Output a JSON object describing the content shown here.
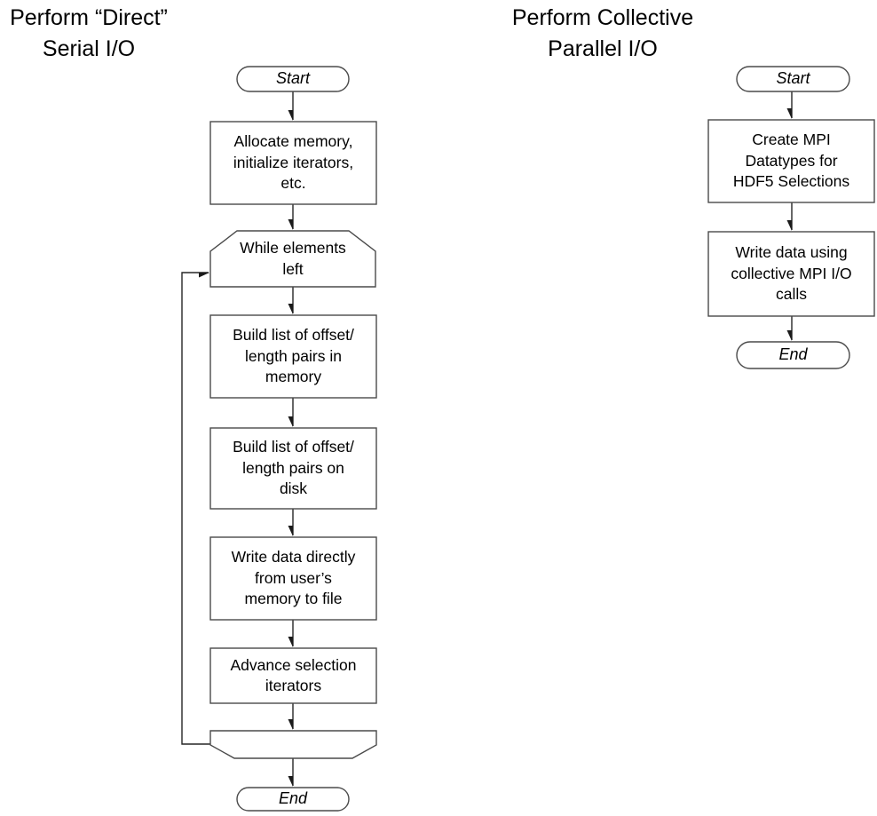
{
  "left_flow": {
    "title": "Perform “Direct”\nSerial I/O",
    "start": "Start",
    "steps": {
      "allocate": "Allocate memory,\ninitialize iterators,\netc.",
      "while_loop": "While elements\nleft",
      "build_memory": "Build list of offset/\nlength pairs in\nmemory",
      "build_disk": "Build list of offset/\nlength pairs on\ndisk",
      "write_direct": "Write data directly\nfrom user’s\nmemory to file",
      "advance": "Advance selection\niterators",
      "loop_end": ""
    },
    "end": "End"
  },
  "right_flow": {
    "title": "Perform Collective\nParallel I/O",
    "start": "Start",
    "steps": {
      "create_mpi": "Create MPI\nDatatypes for\nHDF5 Selections",
      "write_collective": "Write data using\ncollective MPI I/O\ncalls"
    },
    "end": "End"
  },
  "colors": {
    "background": "#ffffff",
    "shape_fill": "#ffffff",
    "shape_stroke": "#4a4a4a",
    "connector": "#262626",
    "text": "#000000"
  }
}
